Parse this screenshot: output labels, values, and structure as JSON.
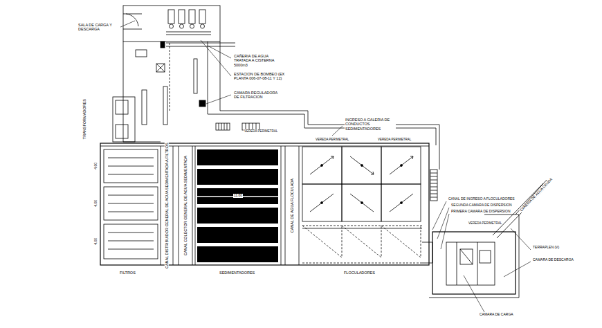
{
  "diagram": {
    "labels": [
      "SALA DE CARGA Y DESCARGA",
      "CAÑERIA DE AGUA TRATADA A CISTERNA 5000m3",
      "ESTACION DE BOMBEO (EX PLANTA 006-07-08-11 Y 12)",
      "CAMARA REGULADORA DE FILTRACION",
      "TRANSFORMADORES",
      "VEREDA PERIMETRAL",
      "INGRESO A GALERIA DE CONDUCTOS SEDIMENTADORES",
      "VEREDA PERIMETRAL",
      "VEREDA PERIMETRAL",
      "CANAL DISTRIBUIDOR GENERAL DE AGUA SEDIMENTADA A FILTROS",
      "CANAL COLECTOR GENERAL DE AGUA SEDIMENTADA",
      "CANAL DE AGUA FLOCULADA",
      "CANAL DE INGRESO A FLOCULADORES",
      "SEGUNDA CAMARA DE DISPERSION",
      "PRIMERA CAMARA DE DISPERSION",
      "CAÑERIA DE AGUA CRUDA",
      "VEREDA PERIMETRAL",
      "TERRAPLEN (V)",
      "CAMARA DE DESCARGA",
      "CAMARA DE CARGA",
      "FILTROS",
      "SEDIMENTADORES",
      "FLOCULADORES",
      "11.60",
      "4.00",
      "4.00",
      "4.00"
    ]
  }
}
